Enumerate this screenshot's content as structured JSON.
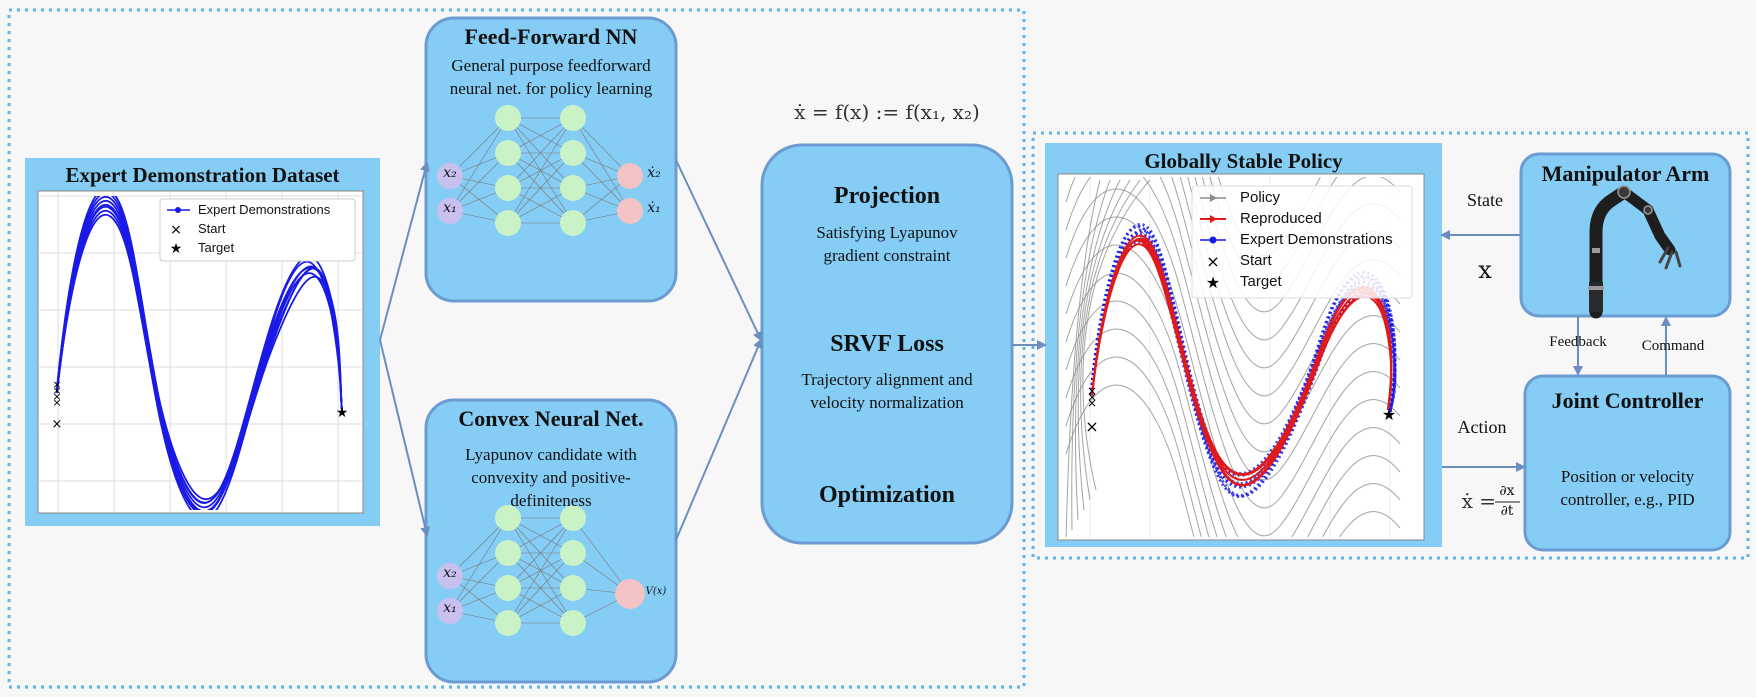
{
  "colors": {
    "panel_fill": "#86cdf5",
    "panel_border": "#6b9bd1",
    "dotted_border": "#5fb4ee",
    "arrow": "#6a8fbf",
    "input_node": "#c9c0ef",
    "hidden_node": "#c9f3c6",
    "output_node": "#f3c3c6",
    "demo_line": "#1a1ae6",
    "reproduced": "#e01a1a",
    "streamline": "#8c8c8c"
  },
  "dataset_panel": {
    "title": "Expert Demonstration Dataset",
    "legend": {
      "demos": "Expert Demonstrations",
      "start": "Start",
      "target": "Target"
    }
  },
  "ffnn_panel": {
    "title": "Feed-Forward NN",
    "desc_line1": "General purpose feedforward",
    "desc_line2": "neural net. for policy learning",
    "inputs": [
      "x₂",
      "x₁"
    ],
    "outputs": [
      "ẋ₂",
      "ẋ₁"
    ]
  },
  "convex_panel": {
    "title": "Convex Neural Net.",
    "desc_line1": "Lyapunov candidate with",
    "desc_line2": "convexity and positive-",
    "desc_line3": "definiteness",
    "inputs": [
      "x₂",
      "x₁"
    ],
    "output": "V(x)"
  },
  "equation_top": "ẋ = f(x) := f(x₁, x₂)",
  "optim_panel": {
    "projection_title": "Projection",
    "projection_desc1": "Satisfying Lyapunov",
    "projection_desc2": "gradient constraint",
    "srvf_title": "SRVF Loss",
    "srvf_desc1": "Trajectory alignment and",
    "srvf_desc2": "velocity normalization",
    "optimization_title": "Optimization"
  },
  "policy_panel": {
    "title": "Globally Stable Policy",
    "legend": {
      "policy": "Policy",
      "reproduced": "Reproduced",
      "demos": "Expert Demonstrations",
      "start": "Start",
      "target": "Target"
    }
  },
  "robot_panel": {
    "title": "Manipulator Arm"
  },
  "controller_panel": {
    "title": "Joint Controller",
    "desc_line1": "Position or velocity",
    "desc_line2": "controller, e.g., PID"
  },
  "arrow_labels": {
    "state": "State",
    "state_symbol": "x",
    "feedback": "Feedback",
    "command": "Command",
    "action": "Action",
    "action_lhs": "ẋ =",
    "action_frac_num": "∂x",
    "action_frac_den": "∂t"
  }
}
